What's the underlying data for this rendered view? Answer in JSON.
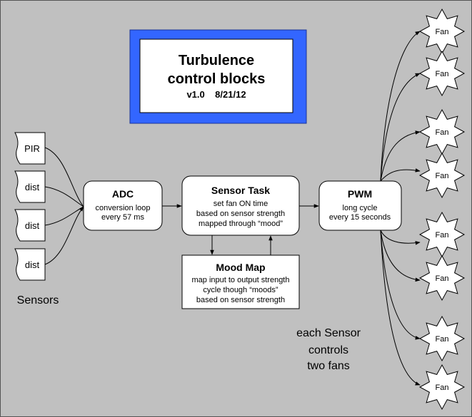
{
  "title": {
    "line1": "Turbulence",
    "line2": "control blocks",
    "version": "v1.0    8/21/12"
  },
  "sensors": {
    "items": [
      "PIR",
      "dist",
      "dist",
      "dist"
    ],
    "group_label": "Sensors"
  },
  "blocks": {
    "adc": {
      "title": "ADC",
      "lines": [
        "conversion loop",
        "every 57 ms"
      ]
    },
    "sensor_task": {
      "title": "Sensor Task",
      "lines": [
        "set fan ON time",
        "based on sensor strength",
        "mapped through “mood”"
      ]
    },
    "mood_map": {
      "title": "Mood Map",
      "lines": [
        "map input to output strength",
        "cycle though “moods”",
        "based on sensor strength"
      ]
    },
    "pwm": {
      "title": "PWM",
      "lines": [
        "long cycle",
        "every 15 seconds"
      ]
    }
  },
  "fans": [
    "Fan",
    "Fan",
    "Fan",
    "Fan",
    "Fan",
    "Fan",
    "Fan",
    "Fan"
  ],
  "note": [
    "each Sensor",
    "controls",
    "two fans"
  ],
  "colors": {
    "background": "#c0c0c0",
    "title_frame": "#3366ff",
    "box_fill": "#ffffff",
    "stroke": "#000000"
  }
}
